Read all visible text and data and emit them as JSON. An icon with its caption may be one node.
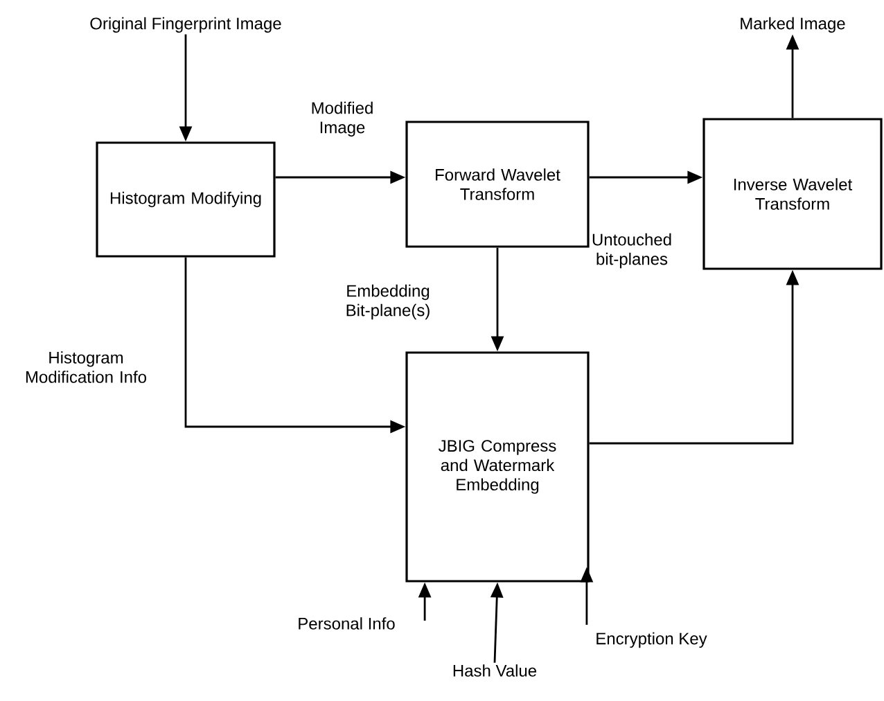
{
  "diagram": {
    "nodes": [
      {
        "text": [
          "Original Fingerprint Image"
        ]
      },
      {
        "text": [
          "Histogram Modifying"
        ]
      },
      {
        "text": [
          "Forward Wavelet Transform"
        ]
      },
      {
        "text": [
          "Inverse Wavelet Transform"
        ]
      },
      {
        "text": [
          "Marked Image"
        ]
      },
      {
        "text": [
          "JBIG Compress and Watermark Embedding"
        ]
      },
      {
        "text": [
          "Personal Info"
        ]
      },
      {
        "text": [
          "Hash Value"
        ]
      },
      {
        "text": [
          "Encryption Key"
        ]
      }
    ],
    "edges": [
      {
        "from": 0,
        "to": 1,
        "arrow": "to"
      },
      {
        "from": 1,
        "to": 2,
        "arrow": "to",
        "label": "Modified Image"
      },
      {
        "from": 2,
        "to": 3,
        "arrow": "to",
        "label": "Untouched bit-planes"
      },
      {
        "from": 3,
        "to": 4,
        "arrow": "to"
      },
      {
        "from": 2,
        "to": 5,
        "arrow": "to",
        "label": "Embedding Bit-plane(s)"
      },
      {
        "from": 1,
        "to": 5,
        "arrow": "to",
        "label": "Histogram Modification Info"
      },
      {
        "from": 5,
        "to": 3,
        "arrow": "to"
      },
      {
        "from": 6,
        "to": 5,
        "arrow": "to"
      },
      {
        "from": 7,
        "to": 5,
        "arrow": "to"
      },
      {
        "from": 8,
        "to": 5,
        "arrow": "to"
      }
    ]
  }
}
